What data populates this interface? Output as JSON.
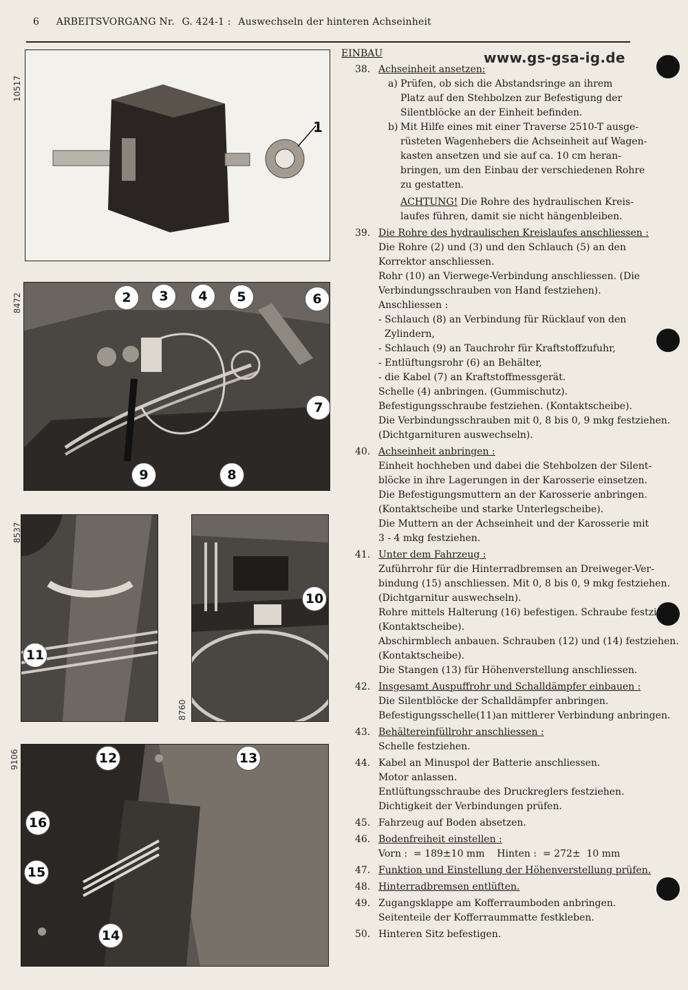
{
  "header": {
    "page": "6",
    "label": "ARBEITSVORGANG Nr.",
    "code": "G. 424-1 :",
    "title": "Auswechseln der hinteren Achseinheit"
  },
  "website": "www.gs-gsa-ig.de",
  "figures": {
    "fig1": {
      "number": "10517",
      "callouts": [
        "1"
      ]
    },
    "fig2": {
      "number": "8472",
      "callouts": [
        "2",
        "3",
        "4",
        "5",
        "6",
        "7",
        "8",
        "9"
      ]
    },
    "fig3": {
      "number": "8537",
      "callouts": [
        "11"
      ]
    },
    "fig4": {
      "number": "8760",
      "callouts": [
        "10"
      ]
    },
    "fig5": {
      "number": "9106",
      "callouts": [
        "12",
        "13",
        "16",
        "15",
        "14"
      ]
    }
  },
  "section": "EINBAU",
  "steps": [
    {
      "no": "38.",
      "title": "Achseinheit ansetzen:",
      "items": [
        {
          "letter": "a)",
          "lines": [
            "Prüfen, ob sich die Abstandsringe an ihrem",
            "Platz auf den Stehbolzen zur Befestigung der",
            "Silentblöcke an der Einheit befinden."
          ]
        },
        {
          "letter": "b)",
          "lines": [
            "Mit Hilfe eines mit einer Traverse 2510-T ausge-",
            "rüsteten Wagenhebers die Achseinheit auf Wagen-",
            "kasten ansetzen und sie auf ca. 10 cm heran-",
            "bringen, um den Einbau der verschiedenen Rohre",
            "zu gestatten."
          ]
        }
      ],
      "note_label": "ACHTUNG!",
      "note_lines": [
        "Die Rohre des hydraulischen Kreis-",
        "laufes führen, damit sie nicht hängenbleiben."
      ]
    },
    {
      "no": "39.",
      "title": "Die Rohre des hydraulischen Kreislaufes anschliessen :",
      "lines": [
        "Die Rohre (2) und (3) und den Schlauch (5) an den",
        "Korrektor anschliessen.",
        "Rohr (10) an Vierwege-Verbindung anschliessen. (Die",
        "Verbindungsschrauben von Hand festziehen).",
        "Anschliessen :",
        "- Schlauch (8) an Verbindung für Rücklauf von den",
        "  Zylindern,",
        "- Schlauch (9) an Tauchrohr für Kraftstoffzufuhr,",
        "- Entlüftungsrohr (6) an Behälter,",
        "- die Kabel (7) an Kraftstoffmessgerät.",
        "Schelle (4) anbringen. (Gummischutz).",
        "Befestigungsschraube festziehen. (Kontaktscheibe).",
        "Die Verbindungsschrauben mit 0, 8 bis 0, 9 mkg festziehen.",
        "(Dichtgarnituren auswechseln)."
      ]
    },
    {
      "no": "40.",
      "title": "Achseinheit anbringen :",
      "lines": [
        "Einheit hochheben und dabei die Stehbolzen der Silent-",
        "blöcke in ihre Lagerungen in der Karosserie einsetzen.",
        "Die Befestigungsmuttern an der Karosserie anbringen.",
        "(Kontaktscheibe und starke Unterlegscheibe).",
        "Die Muttern an der Achseinheit und der Karosserie mit",
        "3 - 4 mkg festziehen."
      ]
    },
    {
      "no": "41.",
      "title": "Unter dem Fahrzeug :",
      "lines": [
        "Zuführrohr für die Hinterradbremsen an Dreiweger-Ver-",
        "bindung (15) anschliessen. Mit 0, 8 bis 0, 9 mkg festziehen.",
        "(Dichtgarnitur auswechseln).",
        "Rohre mittels Halterung (16) befestigen. Schraube festzi",
        "(Kontaktscheibe).",
        "Abschirmblech anbauen. Schrauben (12) und (14) festziehen.",
        "(Kontaktscheibe).",
        "Die Stangen (13) für Höhenverstellung anschliessen."
      ]
    },
    {
      "no": "42.",
      "title": "Insgesamt Auspuffrohr und Schalldämpfer einbauen :",
      "lines": [
        "Die Silentblöcke der Schalldämpfer anbringen.",
        "Befestigungsschelle(11)an mittlerer Verbindung anbringen."
      ]
    },
    {
      "no": "43.",
      "title": "Behältereinfüllrohr anschliessen :",
      "lines": [
        "Schelle festziehen."
      ]
    },
    {
      "no": "44.",
      "title": "",
      "lines": [
        "Kabel an Minuspol der Batterie anschliessen.",
        "Motor anlassen.",
        "Entlüftungsschraube des Druckreglers festziehen.",
        "Dichtigkeit der Verbindungen prüfen."
      ]
    },
    {
      "no": "45.",
      "title": "",
      "lines": [
        "Fahrzeug auf Boden absetzen."
      ]
    },
    {
      "no": "46.",
      "title": "Bodenfreiheit einstellen :",
      "lines": [
        "Vorn :  = 189±10 mm    Hinten :  = 272±  10 mm"
      ]
    },
    {
      "no": "47.",
      "title": "Funktion und Einstellung der Höhenverstellung prüfen.",
      "lines": []
    },
    {
      "no": "48.",
      "title": "Hinterradbremsen entlüften.",
      "lines": []
    },
    {
      "no": "49.",
      "title": "",
      "lines": [
        "Zugangsklappe am Kofferraumboden anbringen.",
        "Seitenteile der Kofferraummatte festkleben."
      ]
    },
    {
      "no": "50.",
      "title": "",
      "lines": [
        "Hinteren Sitz befestigen."
      ]
    }
  ]
}
